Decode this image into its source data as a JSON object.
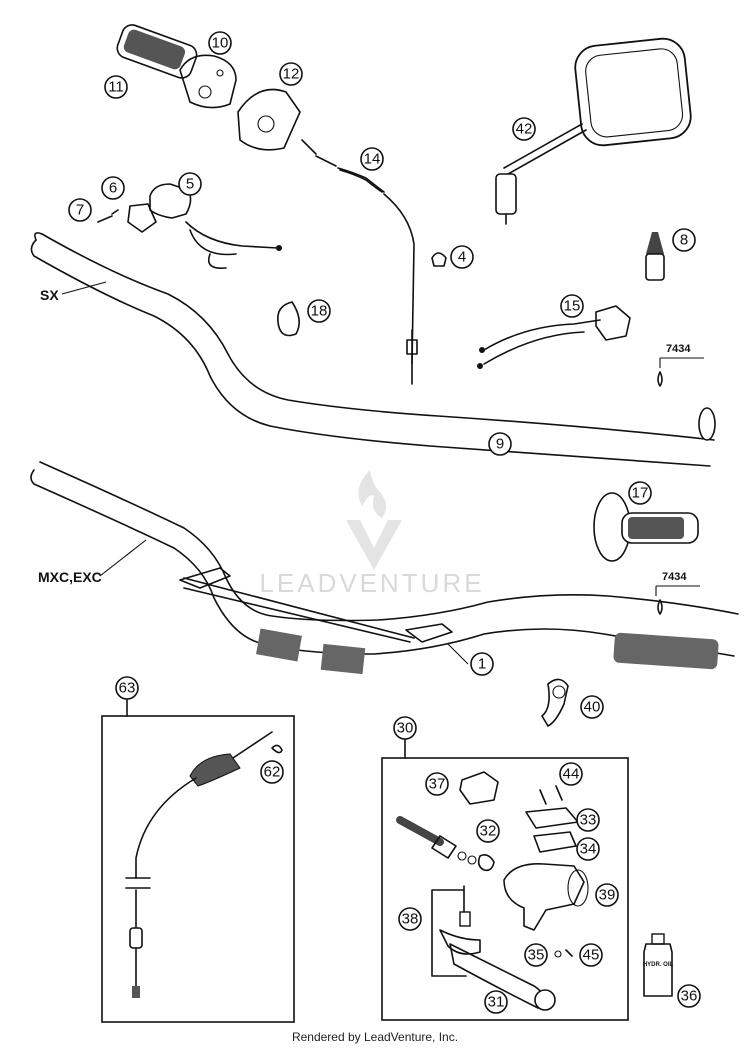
{
  "labels": {
    "sx": "SX",
    "mxc": "MXC,EXC",
    "torque_upper": "7434",
    "torque_lower": "7434"
  },
  "watermark": "LEADVENTURE",
  "footer": "Rendered by LeadVenture, Inc.",
  "callouts": {
    "c1": "1",
    "c4": "4",
    "c5": "5",
    "c6": "6",
    "c7": "7",
    "c8": "8",
    "c9": "9",
    "c10": "10",
    "c11": "11",
    "c12": "12",
    "c14": "14",
    "c15": "15",
    "c17": "17",
    "c18": "18",
    "c30": "30",
    "c31": "31",
    "c32": "32",
    "c33": "33",
    "c34": "34",
    "c35": "35",
    "c36": "36",
    "c37": "37",
    "c38": "38",
    "c39": "39",
    "c40": "40",
    "c42": "42",
    "c44": "44",
    "c45": "45",
    "c62": "62",
    "c63": "63"
  },
  "oil_bottle_label": "HYDR. OIL"
}
